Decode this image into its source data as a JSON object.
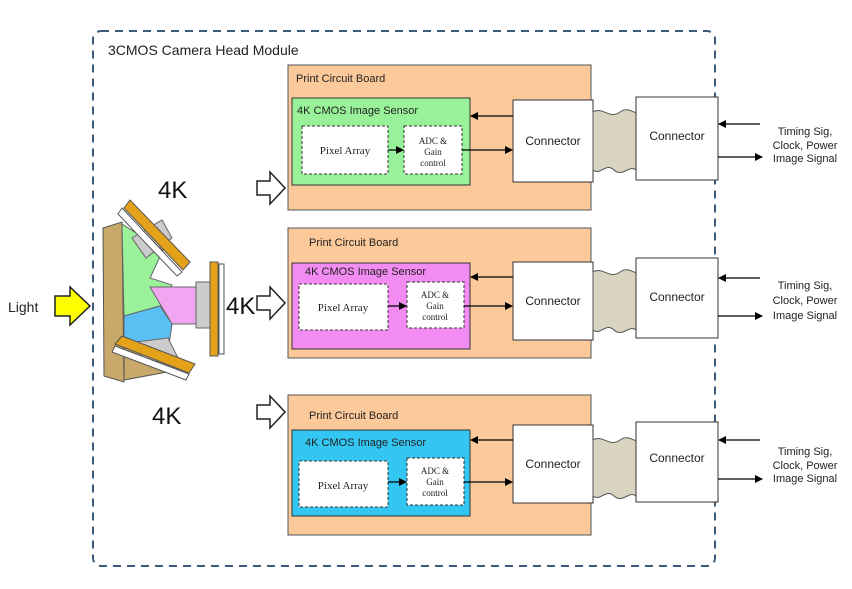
{
  "module_title": "3CMOS Camera Head Module",
  "light_label": "Light",
  "prism_labels": {
    "top": "4K",
    "middle": "4K",
    "bottom": "4K"
  },
  "boards": [
    {
      "pcb_label": "Print Circuit Board",
      "sensor_label": "4K CMOS Image Sensor",
      "pixel_array_label": "Pixel Array",
      "adc_lines": [
        "ADC &",
        "Gain",
        "control"
      ],
      "connector_inner": "Connector",
      "connector_outer": "Connector",
      "signal_lines": [
        "Timing Sig,",
        "Clock, Power",
        "Image Signal"
      ],
      "sensor_color": "#99F299"
    },
    {
      "pcb_label": "Print Circuit Board",
      "sensor_label": "4K CMOS Image Sensor",
      "pixel_array_label": "Pixel Array",
      "adc_lines": [
        "ADC &",
        "Gain",
        "control"
      ],
      "connector_inner": "Connector",
      "connector_outer": "Connector",
      "signal_lines": [
        "Timing Sig,",
        "Clock, Power",
        "Image Signal"
      ],
      "sensor_color": "#F28CF2"
    },
    {
      "pcb_label": "Print Circuit Board",
      "sensor_label": "4K CMOS Image Sensor",
      "pixel_array_label": "Pixel Array",
      "adc_lines": [
        "ADC &",
        "Gain",
        "control"
      ],
      "connector_inner": "Connector",
      "connector_outer": "Connector",
      "signal_lines": [
        "Timing Sig,",
        "Clock, Power",
        "Image Signal"
      ],
      "sensor_color": "#33C6F2"
    }
  ],
  "colors": {
    "pcb": "#FCC99A",
    "module_border": "#3B5B7A",
    "light_arrow": "#FFFF00",
    "prism_body": "#C8A96A",
    "prism_green": "#9AF29A",
    "prism_pink": "#F2A6F2",
    "prism_blue": "#5ABFF2",
    "sensor_bar": "#E3A21A",
    "cable": "#D9D4BF"
  }
}
